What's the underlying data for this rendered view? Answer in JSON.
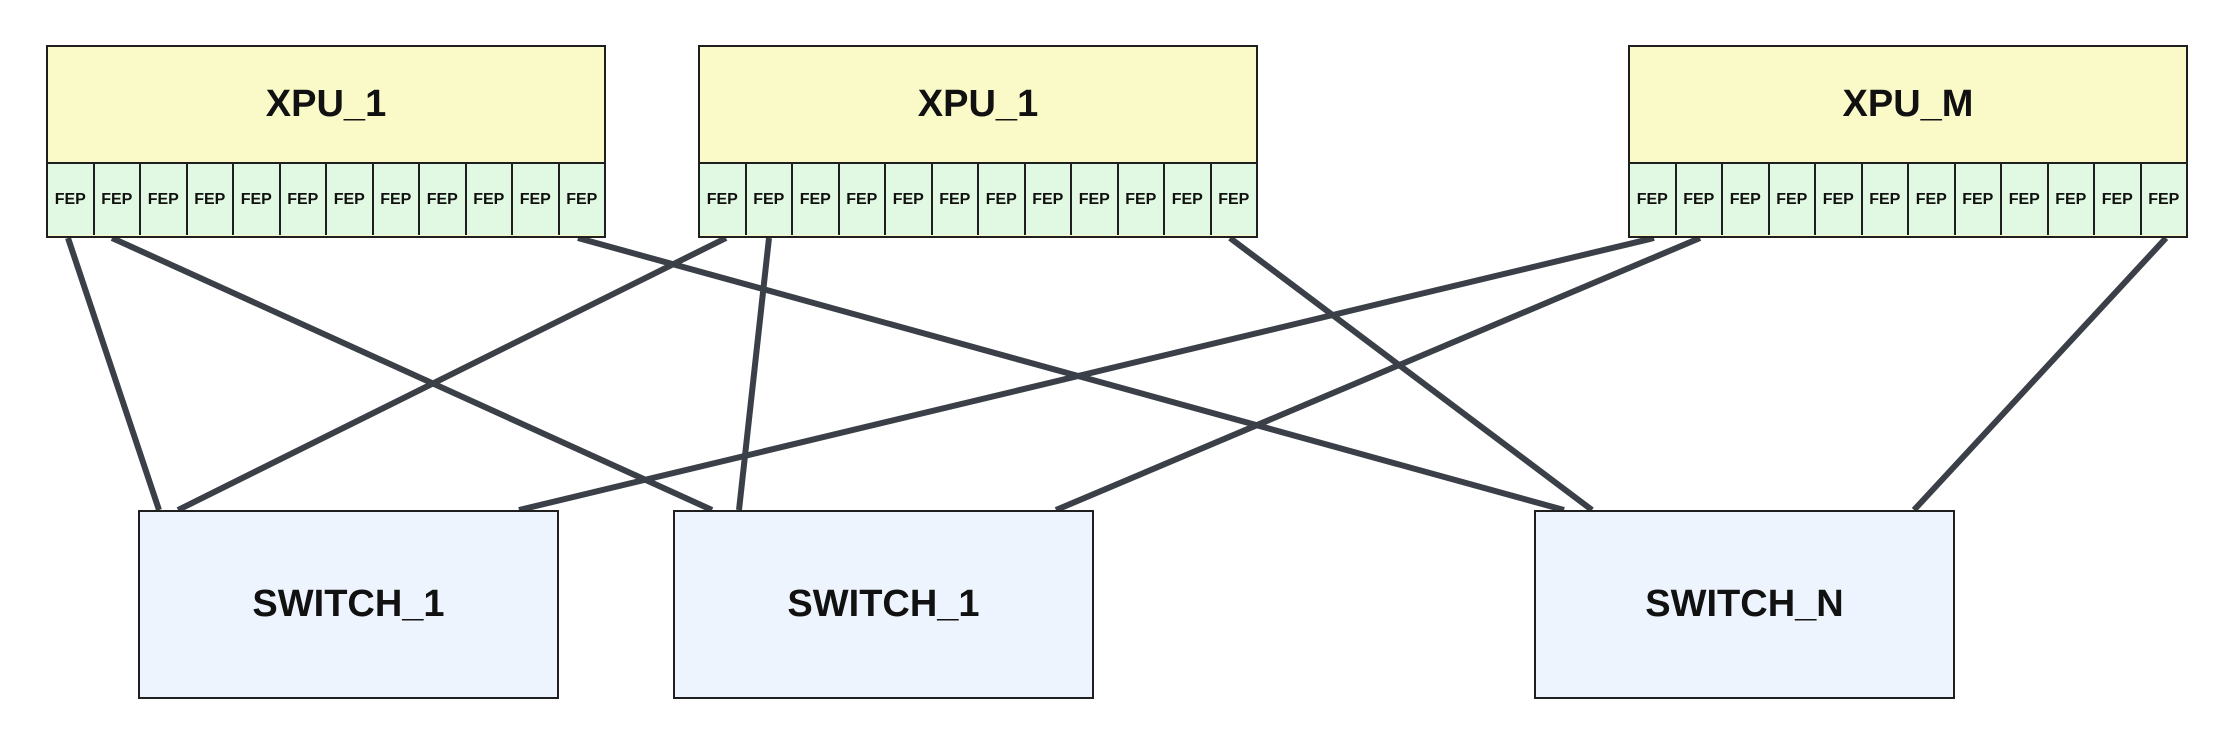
{
  "xpus": [
    {
      "label": "XPU_1",
      "ports": [
        "FEP",
        "FEP",
        "FEP",
        "FEP",
        "FEP",
        "FEP",
        "FEP",
        "FEP",
        "FEP",
        "FEP",
        "FEP",
        "FEP"
      ]
    },
    {
      "label": "XPU_1",
      "ports": [
        "FEP",
        "FEP",
        "FEP",
        "FEP",
        "FEP",
        "FEP",
        "FEP",
        "FEP",
        "FEP",
        "FEP",
        "FEP",
        "FEP"
      ]
    },
    {
      "label": "XPU_M",
      "ports": [
        "FEP",
        "FEP",
        "FEP",
        "FEP",
        "FEP",
        "FEP",
        "FEP",
        "FEP",
        "FEP",
        "FEP",
        "FEP",
        "FEP"
      ]
    }
  ],
  "switches": [
    {
      "label": "SWITCH_1"
    },
    {
      "label": "SWITCH_1"
    },
    {
      "label": "SWITCH_N"
    }
  ],
  "connections": [
    {
      "xpu": 0,
      "port": 0,
      "switch": 0
    },
    {
      "xpu": 0,
      "port": 1,
      "switch": 1
    },
    {
      "xpu": 0,
      "port": 11,
      "switch": 2
    },
    {
      "xpu": 1,
      "port": 0,
      "switch": 0
    },
    {
      "xpu": 1,
      "port": 1,
      "switch": 1
    },
    {
      "xpu": 1,
      "port": 11,
      "switch": 2
    },
    {
      "xpu": 2,
      "port": 0,
      "switch": 0
    },
    {
      "xpu": 2,
      "port": 1,
      "switch": 1
    },
    {
      "xpu": 2,
      "port": 11,
      "switch": 2
    }
  ],
  "colors": {
    "xpu_fill": "#fafac8",
    "fep_fill": "#e1f8e2",
    "switch_fill": "#edf4fd",
    "link_stroke": "#3b3f47",
    "border": "#1f1f1f"
  }
}
